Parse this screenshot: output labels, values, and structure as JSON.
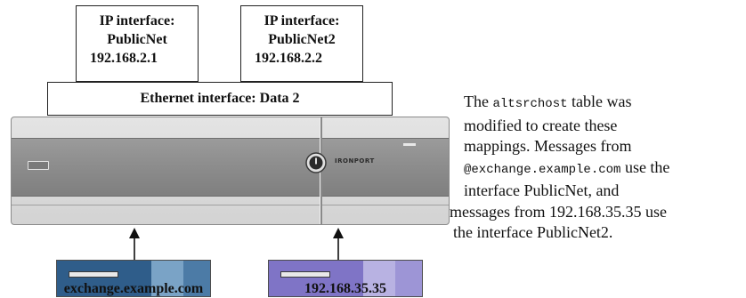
{
  "ip_interfaces": [
    {
      "line1": "IP interface:",
      "line2": "PublicNet",
      "ip": "192.168.2.1"
    },
    {
      "line1": "IP interface:",
      "line2": "PublicNet2",
      "ip": "192.168.2.2"
    }
  ],
  "ethernet_interface": "Ethernet interface: Data 2",
  "appliance": {
    "brand": "IRONPORT",
    "colors": {
      "body": "#d8d8d8",
      "band": "#8f8f8f"
    }
  },
  "clients": [
    {
      "label": "exchange.example.com",
      "color": "#2f5d8a"
    },
    {
      "label": "192.168.35.35",
      "color": "#7f74c6"
    }
  ],
  "note": {
    "l1_a": "The ",
    "l1_code": "altsrchost",
    "l1_b": " table was",
    "l2": "modified to create these",
    "l3": "mappings. Messages from",
    "l4_code": "@exchange.example.com",
    "l4_b": " use the",
    "l5": "interface PublicNet, and",
    "l6": "messages from 192.168.35.35 use",
    "l7": "the interface PublicNet2."
  }
}
